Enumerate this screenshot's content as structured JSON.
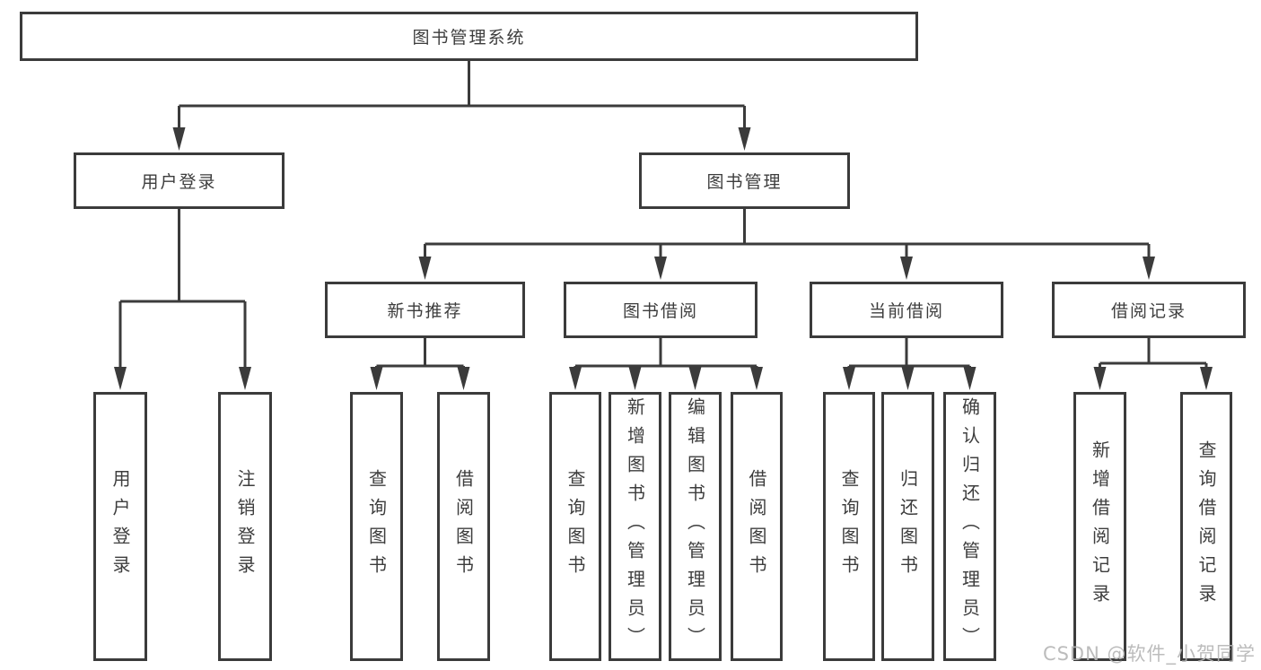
{
  "diagram": {
    "root": {
      "label": "图书管理系统"
    },
    "branches": [
      {
        "label": "用户登录",
        "children": [
          {
            "label": "用户登录"
          },
          {
            "label": "注销登录"
          }
        ]
      },
      {
        "label": "图书管理",
        "children": [
          {
            "label": "新书推荐",
            "children": [
              {
                "label": "查询图书"
              },
              {
                "label": "借阅图书"
              }
            ]
          },
          {
            "label": "图书借阅",
            "children": [
              {
                "label": "查询图书"
              },
              {
                "label": "新增图书（管理员）"
              },
              {
                "label": "编辑图书（管理员）"
              },
              {
                "label": "借阅图书"
              }
            ]
          },
          {
            "label": "当前借阅",
            "children": [
              {
                "label": "查询图书"
              },
              {
                "label": "归还图书"
              },
              {
                "label": "确认归还（管理员）"
              }
            ]
          },
          {
            "label": "借阅记录",
            "children": [
              {
                "label": "新增借阅记录"
              },
              {
                "label": "查询借阅记录"
              }
            ]
          }
        ]
      }
    ]
  },
  "watermark": {
    "text": "CSDN @软件_小贺同学"
  },
  "colors": {
    "line": "#3b3b3b",
    "text": "#3d3d3d",
    "watermark": "#b5b5b5",
    "background": "#ffffff"
  }
}
